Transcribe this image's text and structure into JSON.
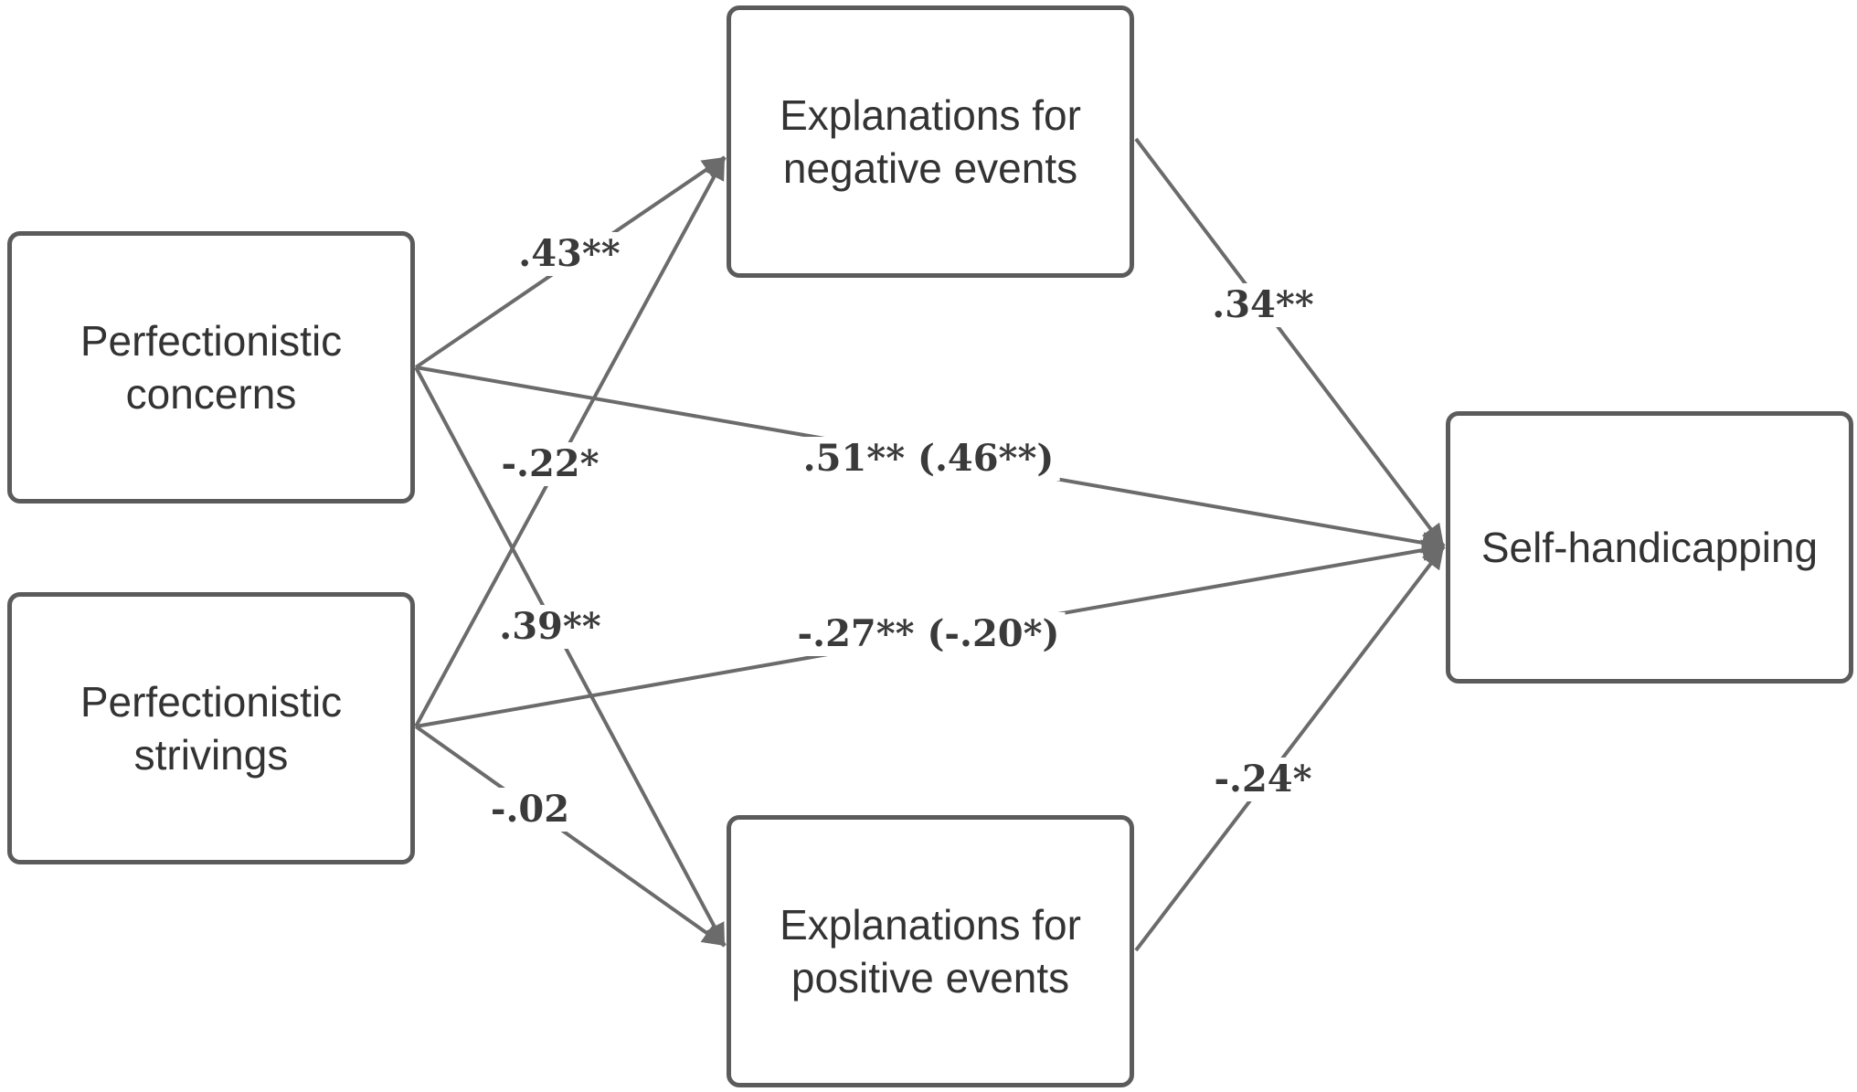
{
  "nodes": {
    "pc": "Perfectionistic\nconcerns",
    "ps": "Perfectionistic\nstrivings",
    "neg": "Explanations for\nnegative events",
    "pos": "Explanations for\npositive events",
    "sh": "Self-handicapping"
  },
  "paths": {
    "pc_neg": ".43**",
    "ps_neg": "-.22*",
    "pc_pos": ".39**",
    "ps_pos": "-.02",
    "neg_sh": ".34**",
    "pos_sh": "-.24*",
    "pc_sh": ".51** (.46**)",
    "ps_sh": "-.27** (-.20*)"
  },
  "colors": {
    "line": "#6b6b6b",
    "border": "#5b5b5b",
    "text": "#333333"
  }
}
